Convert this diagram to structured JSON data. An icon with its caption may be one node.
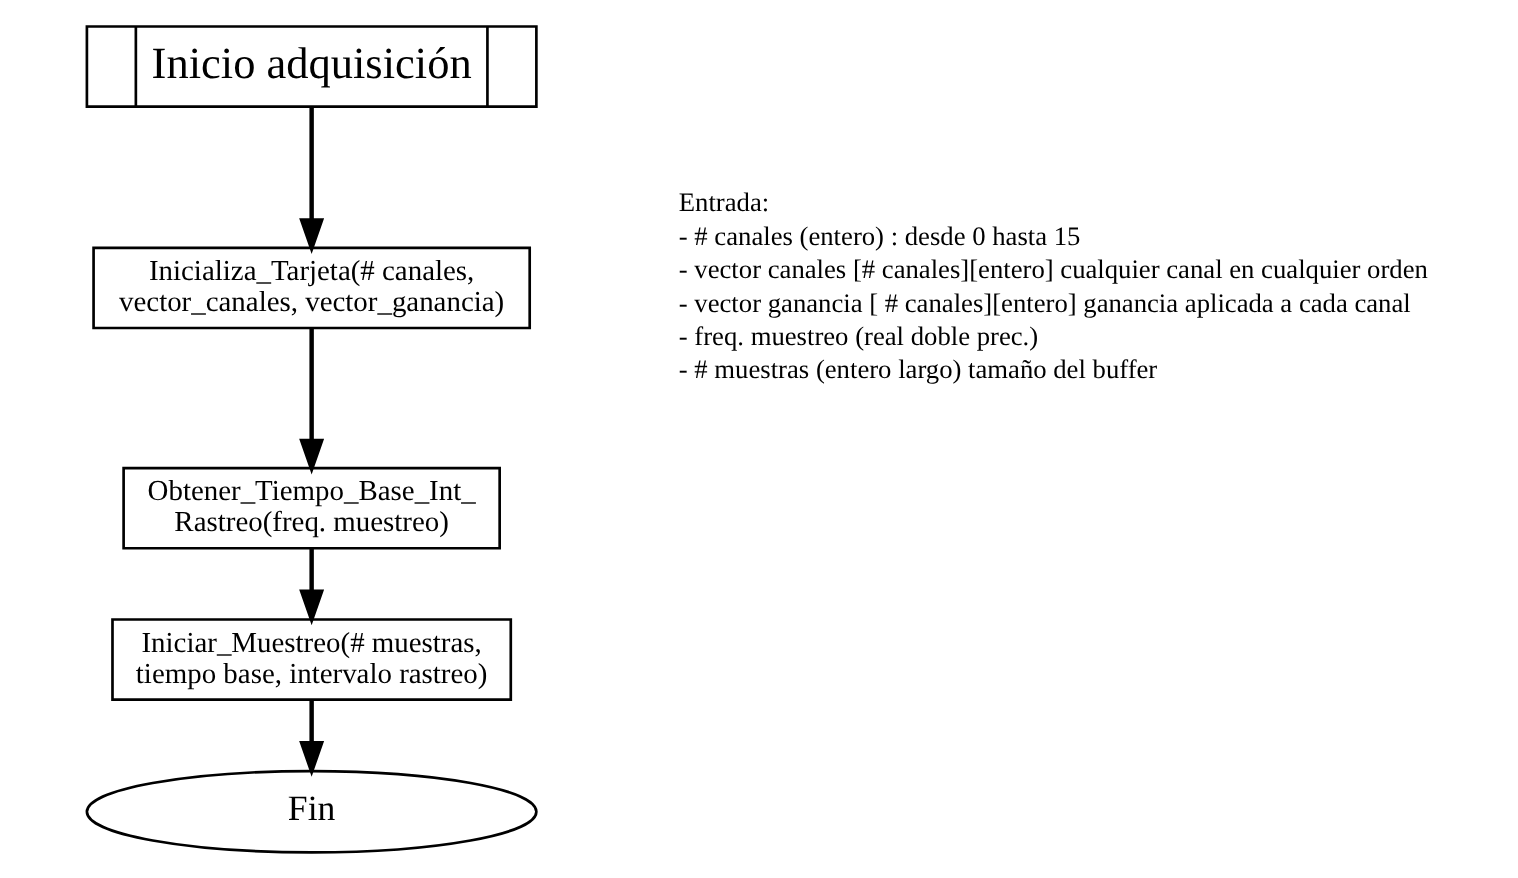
{
  "diagram": {
    "nodes": [
      {
        "text": [
          "Inicio adquisición"
        ]
      },
      {
        "text": [
          "Inicializa_Tarjeta(# canales, vector_canales, vector_ganancia)"
        ]
      },
      {
        "text": [
          "Obtener_Tiempo_Base_Int_ Rastreo(freq. muestreo)"
        ]
      },
      {
        "text": [
          "Iniciar_Muestreo(# muestras, tiempo base, intervalo rastreo)"
        ]
      },
      {
        "text": [
          "Fin"
        ]
      }
    ],
    "edges": [
      {
        "from": 0,
        "to": 1,
        "arrow": "to"
      },
      {
        "from": 1,
        "to": 2,
        "arrow": "to"
      },
      {
        "from": 2,
        "to": 3,
        "arrow": "to"
      },
      {
        "from": 3,
        "to": 4,
        "arrow": "to"
      }
    ],
    "labels": [
      "Entrada:",
      "- # canales (entero) : desde 0 hasta 15",
      "- vector canales [# canales][entero] cualquier canal en cualquier orden",
      "- vector ganancia [ # canales][entero] ganancia aplicada a cada canal",
      "- freq. muestreo (real doble prec.)",
      "- # muestras (entero largo) tamaño del buffer"
    ]
  }
}
